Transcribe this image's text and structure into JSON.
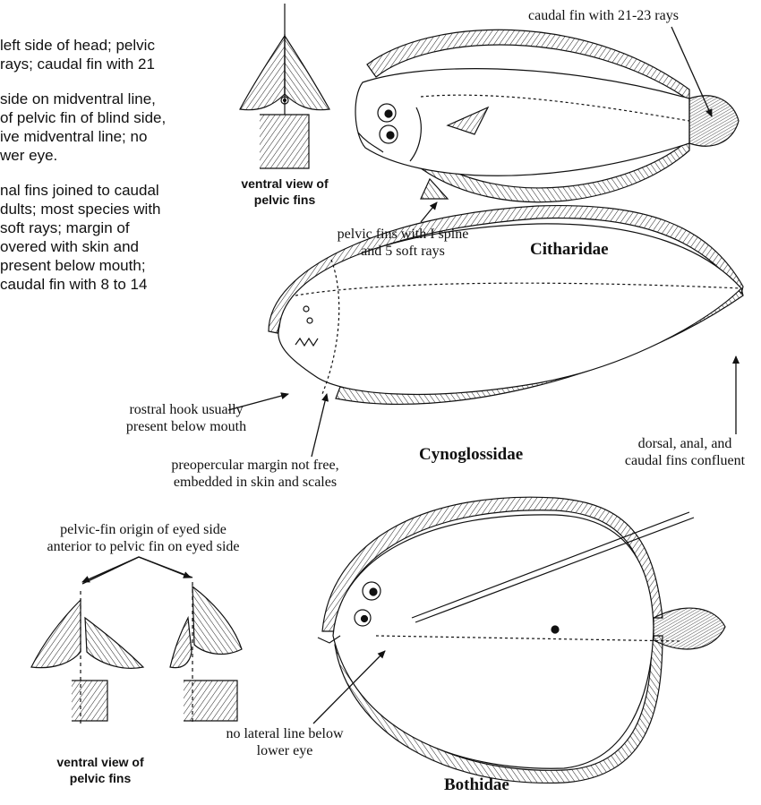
{
  "text_lines": [
    "left side of head; pelvic",
    "rays; caudal fin with 21",
    "side on midventral line,",
    "of pelvic fin of blind side,",
    "ive midventral line; no",
    "wer eye.",
    "nal fins joined to caudal",
    "dults; most species with",
    "soft rays; margin of",
    "overed with skin and",
    "present below mouth;",
    "caudal fin with 8 to 14"
  ],
  "labels": {
    "caudal_rays": "caudal fin with 21-23 rays",
    "ventral_view_top": "ventral view of\npelvic fins",
    "pelvic_spine": "pelvic fins with I spine\nand 5 soft rays",
    "rostral_hook": "rostral hook usually\npresent below mouth",
    "preopercular": "preopercular margin not free,\nembedded in skin and scales",
    "confluent": "dorsal, anal, and\ncaudal fins confluent",
    "pelvic_origin": "pelvic-fin origin of eyed side\nanterior to pelvic fin on eyed side",
    "ventral_view_bottom": "ventral view of\npelvic fins",
    "no_lateral_line": "no lateral line below\nlower eye"
  },
  "families": {
    "citharidae": "Citharidae",
    "cynoglossidae": "Cynoglossidae",
    "bothidae": "Bothidae"
  }
}
